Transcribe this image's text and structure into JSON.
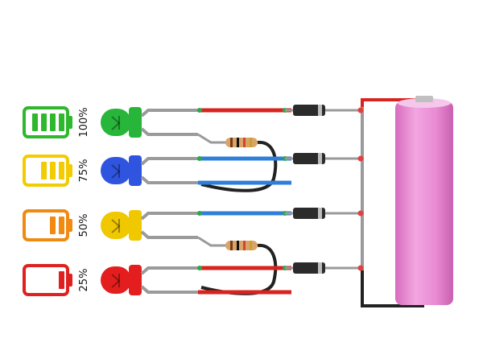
{
  "rows": [
    {
      "label": "100%",
      "level": 4,
      "icon_color": "#2eb82e",
      "icon_name": "battery-full-icon",
      "led_color": "#27b53a",
      "led_name": "green-led"
    },
    {
      "label": "75%",
      "level": 3,
      "icon_color": "#f2cc00",
      "icon_name": "battery-75-icon",
      "led_color": "#2f55e0",
      "led_name": "blue-led"
    },
    {
      "label": "50%",
      "level": 2,
      "icon_color": "#f08a10",
      "icon_name": "battery-half-icon",
      "led_color": "#f0c800",
      "led_name": "yellow-led"
    },
    {
      "label": "25%",
      "level": 1,
      "icon_color": "#e02020",
      "icon_name": "battery-low-icon",
      "led_color": "#e41e1e",
      "led_name": "red-led"
    }
  ],
  "colors": {
    "wire_red": "#d8231f",
    "wire_blue": "#2f7fd8",
    "wire_black": "#222222",
    "wire_gray": "#9a9a9a",
    "cell_body": "#e98bd3",
    "diode_body": "#2b2b2b",
    "resistor_body": "#d9a469"
  },
  "components": {
    "diode_icon": "diode-icon",
    "resistor_icon": "resistor-icon",
    "cell_icon": "lithium-cell-icon"
  }
}
